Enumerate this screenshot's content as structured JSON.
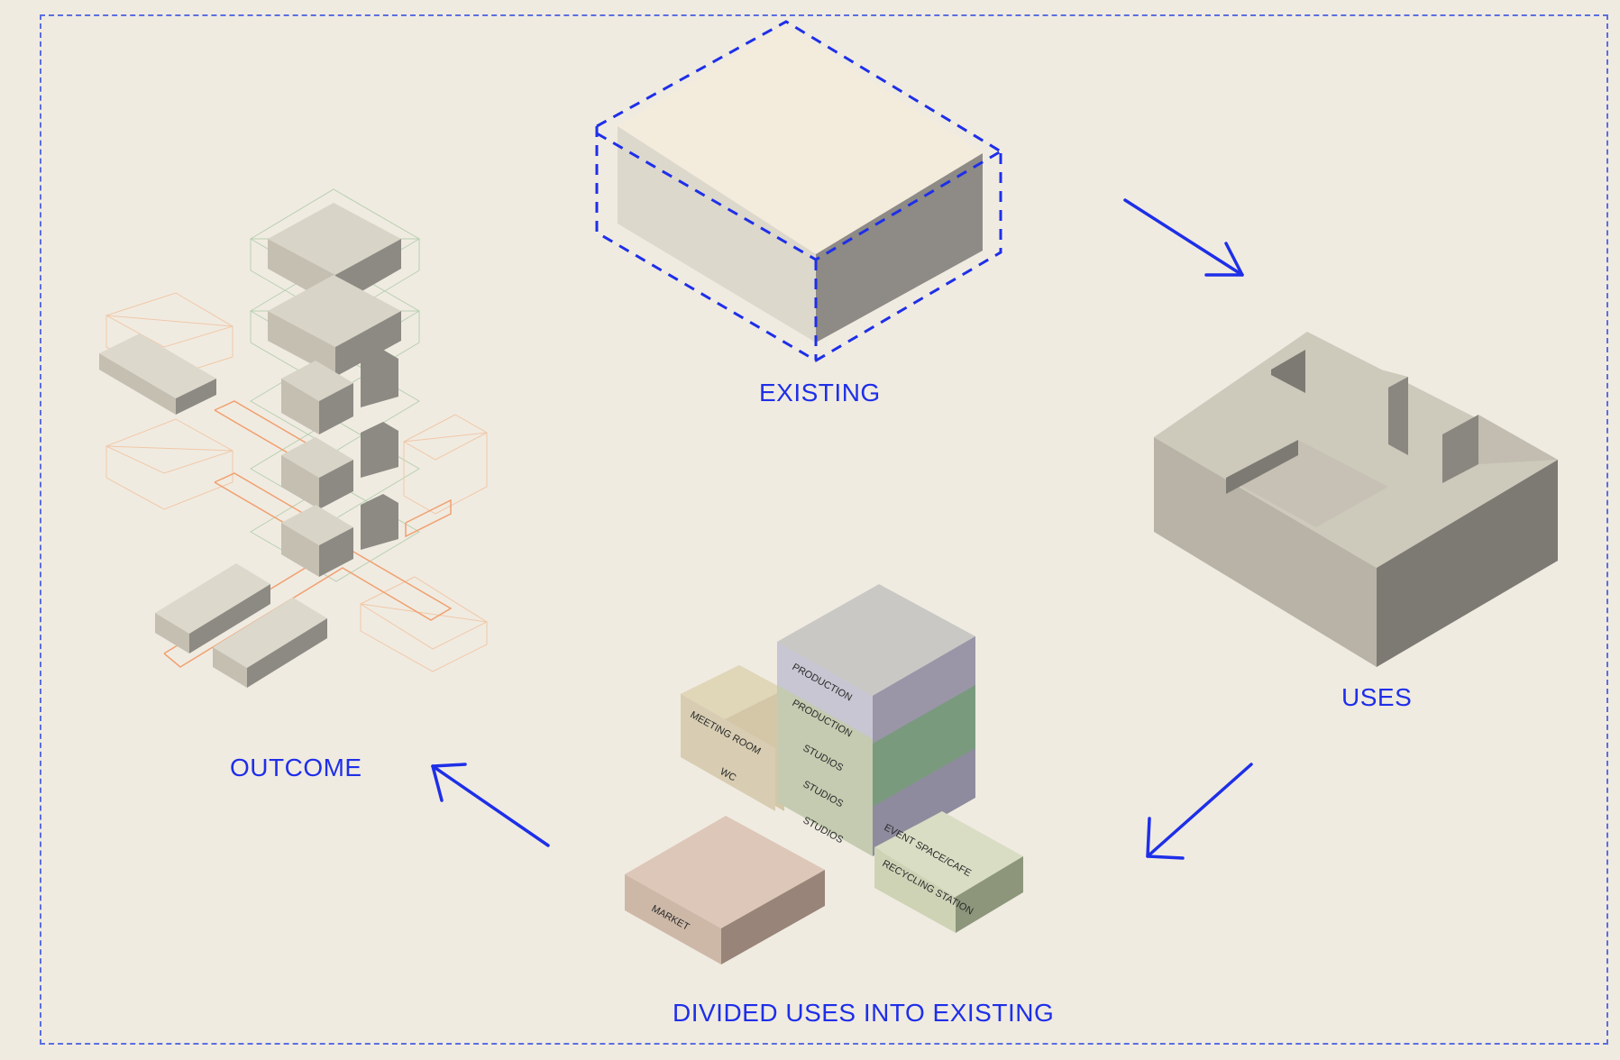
{
  "captions": {
    "existing": "EXISTING",
    "uses": "USES",
    "divided": "DIVIDED USES INTO EXISTING",
    "outcome": "OUTCOME"
  },
  "block_labels": {
    "production_1": "PRODUCTION",
    "production_2": "PRODUCTION",
    "studios_1": "STUDIOS",
    "studios_2": "STUDIOS",
    "studios_3": "STUDIOS",
    "meeting_room": "MEETING ROOM",
    "wc": "WC",
    "event_space": "EVENT SPACE/CAFE",
    "recycling": "RECYCLING STATION",
    "market": "MARKET"
  },
  "colors": {
    "accent": "#1e2fe8",
    "dashed_frame": "#5b6ee0",
    "background": "#f0ebe1"
  }
}
